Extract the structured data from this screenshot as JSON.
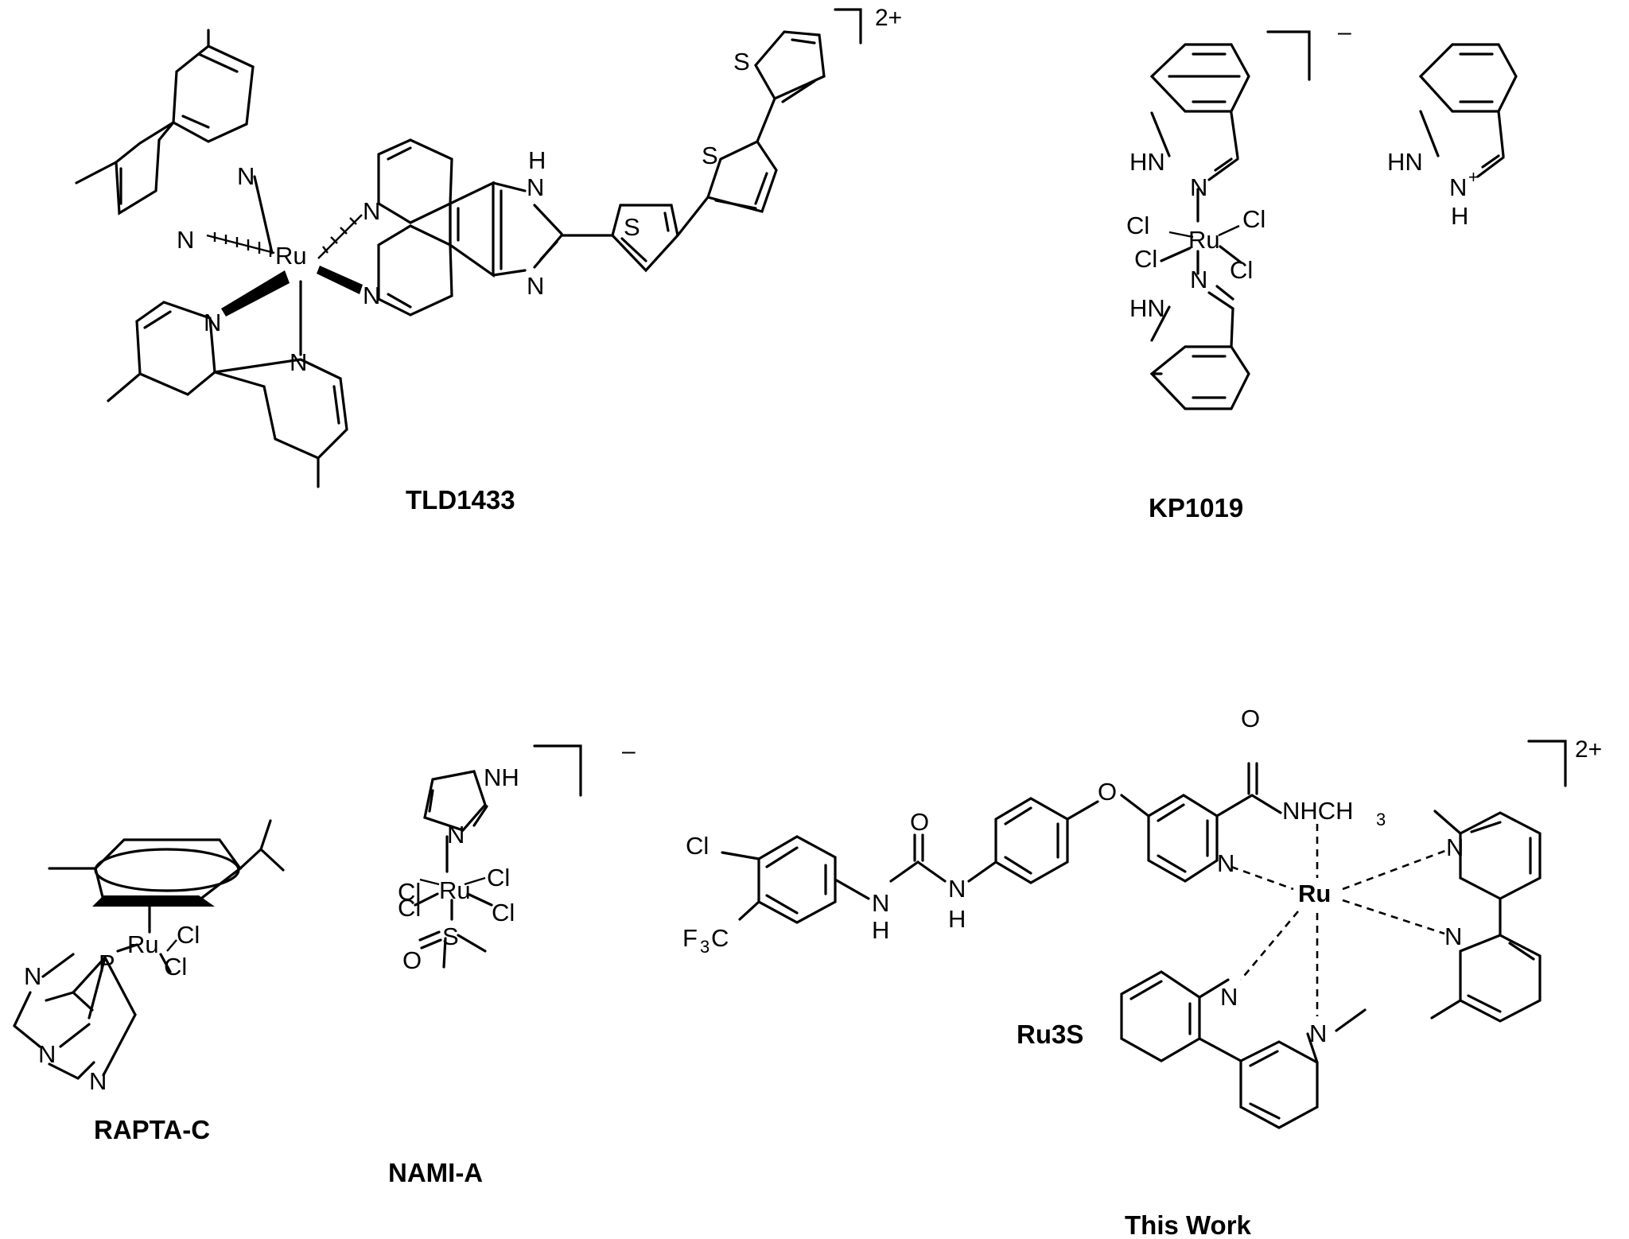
{
  "compounds": [
    {
      "label": "TLD1433",
      "charge": "2+"
    },
    {
      "label": "KP1019",
      "charge": "–"
    },
    {
      "label": "RAPTA-C"
    },
    {
      "label": "NAMI-A",
      "charge": "–"
    },
    {
      "label": "Ru3S",
      "charge": "2+",
      "caption": "This Work"
    }
  ],
  "atoms": {
    "ru": "Ru",
    "n": "N",
    "h": "H",
    "s": "S",
    "o": "O",
    "p": "P",
    "cl": "Cl",
    "hn": "HN",
    "nh": "NH",
    "f": "F",
    "c": "C",
    "three": "3",
    "plus": "+",
    "nhch": "NHCH"
  }
}
